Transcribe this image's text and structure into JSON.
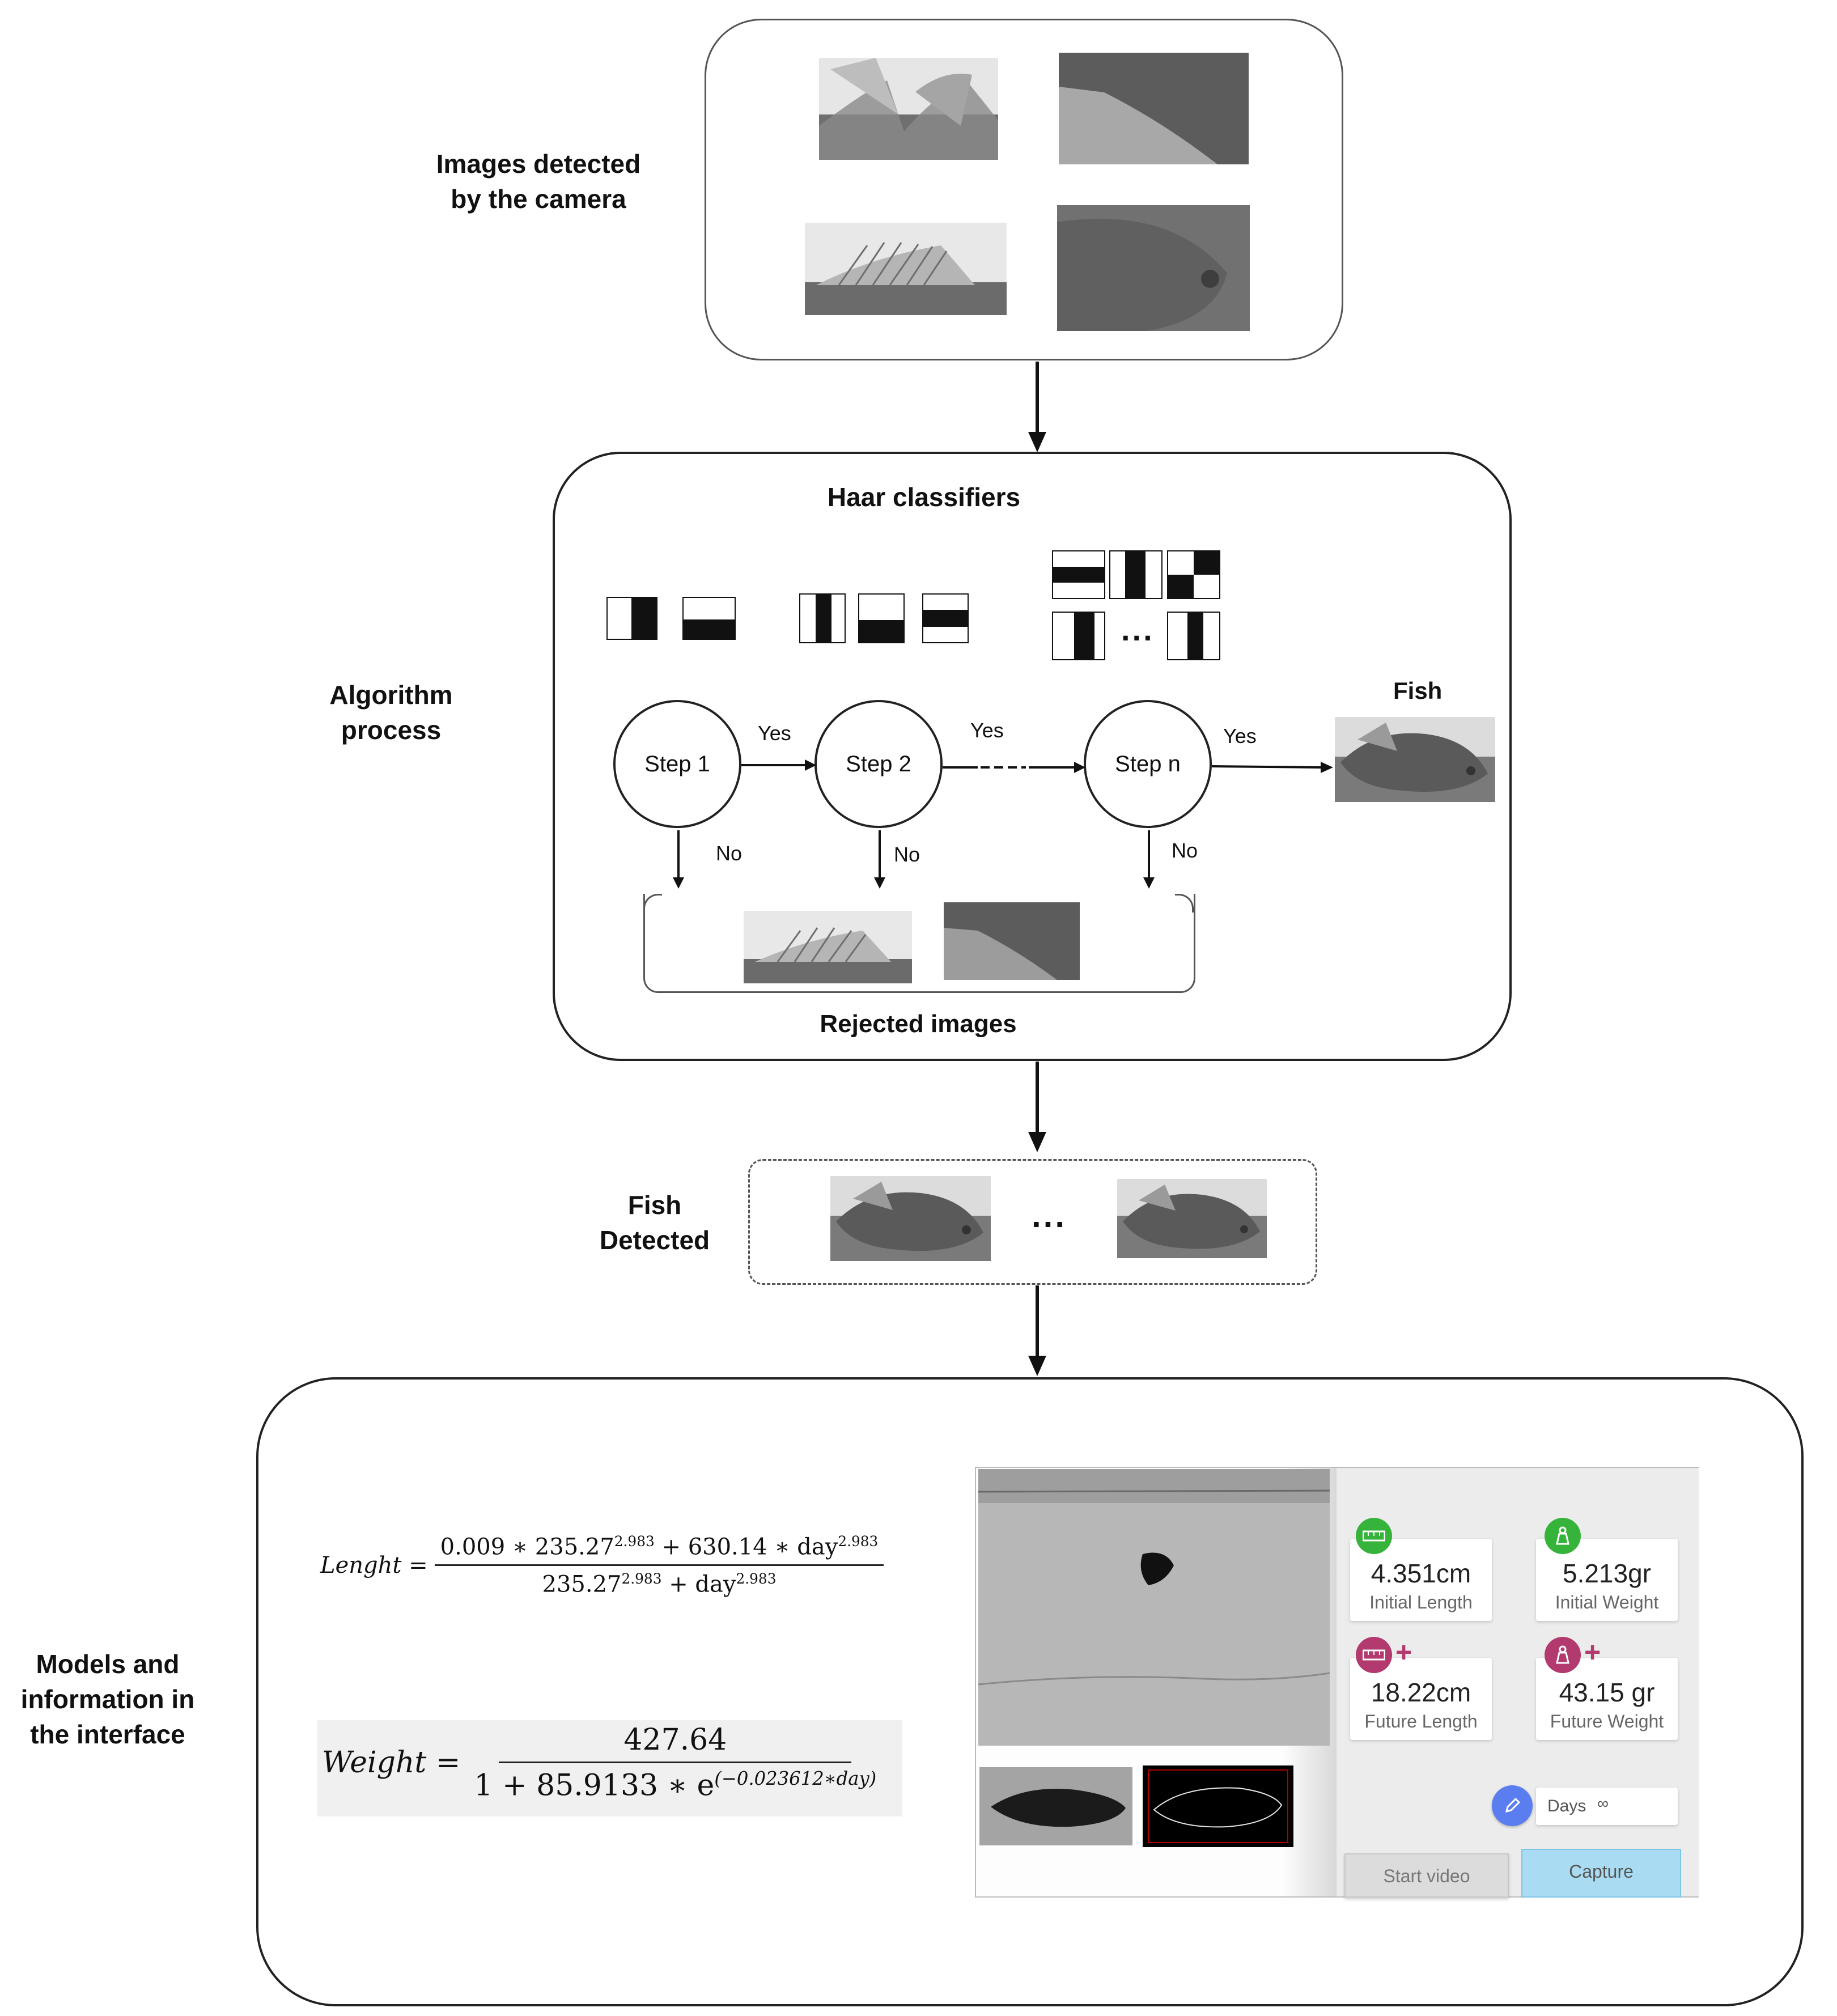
{
  "labels": {
    "images_detected": [
      "Images detected",
      "by the camera"
    ],
    "algorithm_process": [
      "Algorithm",
      "process"
    ],
    "fish_detected": [
      "Fish",
      "Detected"
    ],
    "models_info": [
      "Models and",
      "information in",
      "the interface"
    ]
  },
  "haar": {
    "title": "Haar classifiers",
    "ellipsis": "..."
  },
  "cascade": {
    "steps": [
      "Step 1",
      "Step 2",
      "Step n"
    ],
    "yes": "Yes",
    "no": "No",
    "fish_label": "Fish",
    "rejected_title": "Rejected images"
  },
  "detected": {
    "ellipsis": "..."
  },
  "formulas": {
    "length": {
      "lhs": "Lenght =",
      "numerator": "0.009 ∗ 235.27",
      "num_exp1": "2.983",
      "num_mid": " + 630.14 ∗ day",
      "num_exp2": "2.983",
      "denominator": "235.27",
      "den_exp1": "2.983",
      "den_mid": " + day",
      "den_exp2": "2.983"
    },
    "weight": {
      "lhs": "Weight =",
      "numerator": "427.64",
      "denominator": "1 + 85.9133 ∗ e",
      "den_exp": "(−0.023612∗day)"
    }
  },
  "interface": {
    "initial_length_value": "4.351cm",
    "initial_length_label": "Initial Length",
    "initial_weight_value": "5.213gr",
    "initial_weight_label": "Initial Weight",
    "future_length_value": "18.22cm",
    "future_length_label": "Future Length",
    "future_weight_value": "43.15 gr",
    "future_weight_label": "Future Weight",
    "days_label": "Days",
    "days_value": "∞",
    "start_video_label": "Start video",
    "capture_label": "Capture",
    "colors": {
      "green": "#35b33a",
      "magenta": "#b23a6e",
      "blue": "#5a7ef0",
      "capture_bg": "#a9dcf2"
    }
  }
}
